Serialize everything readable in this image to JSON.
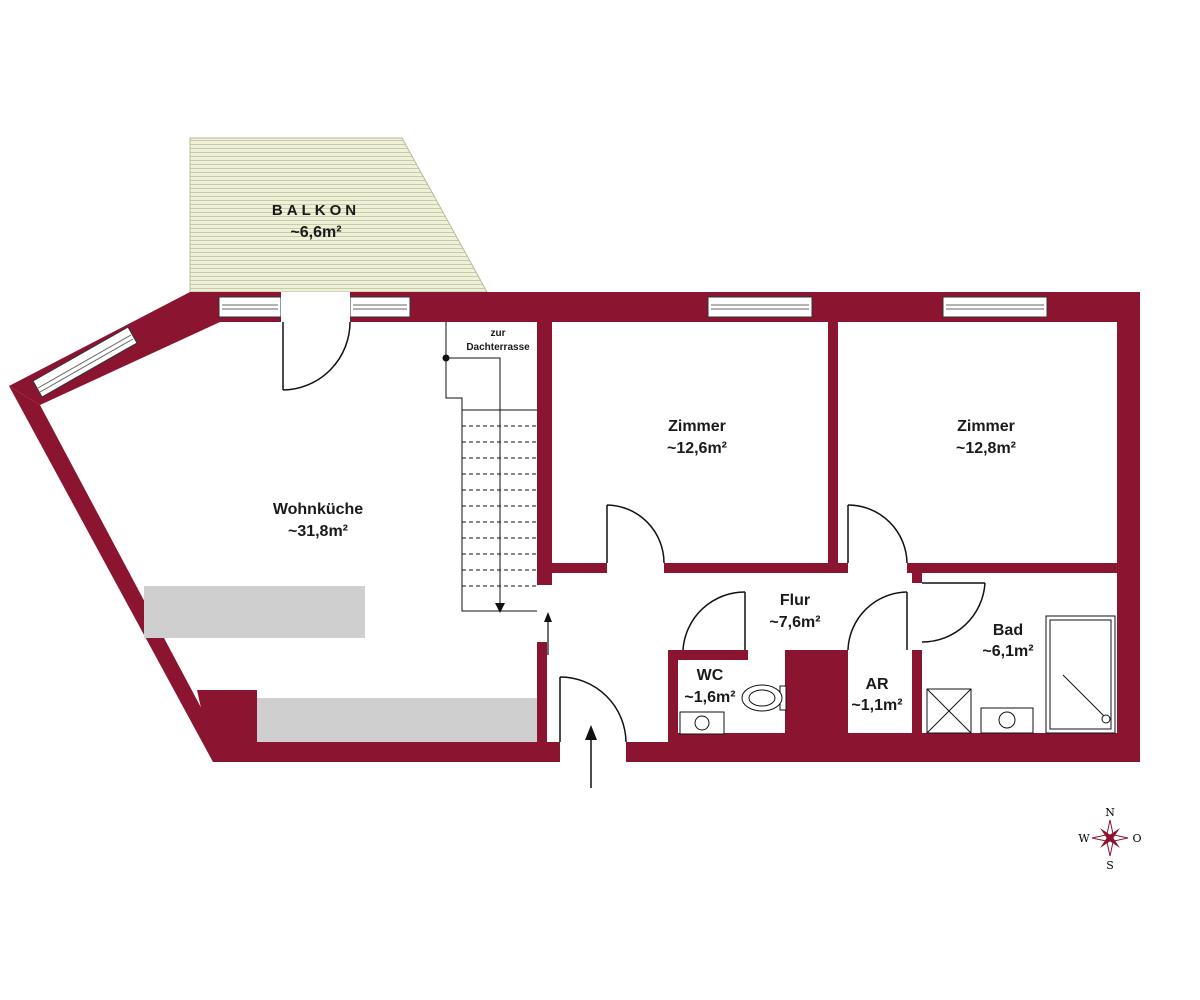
{
  "colors": {
    "wall": "#8b1530",
    "balcony_fill": "#eff0d9",
    "balcony_hatch": "#c9caa6",
    "counter": "#cfcfcf",
    "line": "#111111",
    "compass": "#8b1530"
  },
  "balkon": {
    "name": "BALKON",
    "area": "~6,6m²"
  },
  "rooms": {
    "wohnkueche": {
      "name": "Wohnküche",
      "area": "~31,8m²"
    },
    "zimmer1": {
      "name": "Zimmer",
      "area": "~12,6m²"
    },
    "zimmer2": {
      "name": "Zimmer",
      "area": "~12,8m²"
    },
    "flur": {
      "name": "Flur",
      "area": "~7,6m²"
    },
    "wc": {
      "name": "WC",
      "area": "~1,6m²"
    },
    "ar": {
      "name": "AR",
      "area": "~1,1m²"
    },
    "bad": {
      "name": "Bad",
      "area": "~6,1m²"
    }
  },
  "stairs": {
    "line1": "zur",
    "line2": "Dachterrasse"
  },
  "compass": {
    "n": "N",
    "s": "S",
    "w": "W",
    "o": "O"
  },
  "icons": [
    "stair-arrow-icon",
    "entrance-arrow-icon",
    "compass-rose-icon",
    "toilet-icon",
    "sink-icon",
    "shower-icon",
    "washing-machine-icon"
  ]
}
